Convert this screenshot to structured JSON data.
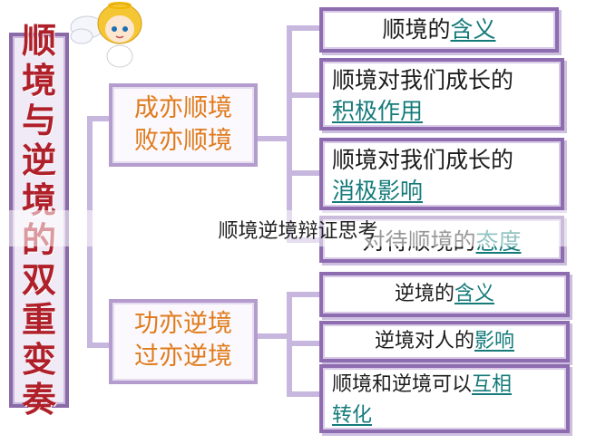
{
  "title_chars": [
    "顺",
    "境",
    "与",
    "逆",
    "境",
    "的",
    "双",
    "重",
    "变",
    "奏"
  ],
  "branches": {
    "favorable": {
      "line1": "成亦顺境",
      "line2": "败亦顺境"
    },
    "adverse": {
      "line1": "功亦逆境",
      "line2": "过亦逆境"
    }
  },
  "topics": {
    "t1": {
      "prefix": "顺境的",
      "link": "含义"
    },
    "t2": {
      "line1": "顺境对我们成长的",
      "link": "积极作用"
    },
    "t3": {
      "line1": "顺境对我们成长的",
      "link": "消极影响"
    },
    "t4": {
      "prefix": "对待顺境的",
      "link": "态度"
    },
    "t5": {
      "prefix": "逆境的",
      "link": "含义"
    },
    "t6": {
      "prefix": "逆境对人的",
      "link": "影响"
    },
    "t7": {
      "prefix": "顺境和逆境可以",
      "link1": "互相",
      "link2": "转化"
    }
  },
  "caption": "顺境逆境辩证思考",
  "colors": {
    "title_text": "#b0202a",
    "branch_text": "#e07a1a",
    "link_text": "#157a7a",
    "border": "#8e6cb0"
  }
}
